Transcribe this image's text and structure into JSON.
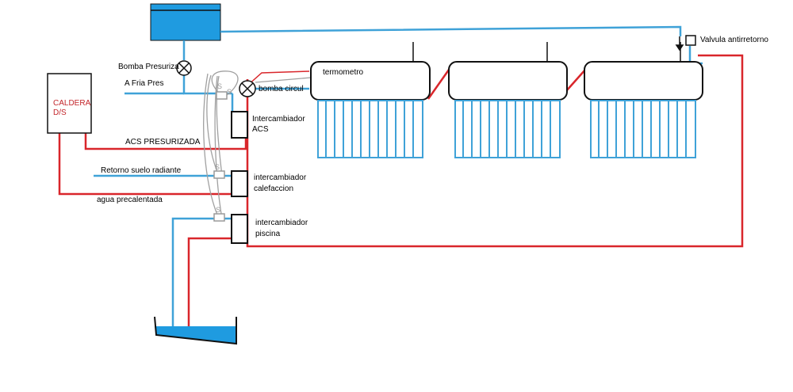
{
  "labels": {
    "bomba_presuriza": "Bomba Presuriza",
    "a_fria_pres": "A Fria Pres",
    "caldera_line1": "CALDERA",
    "caldera_line2": "D/S",
    "acs_presurizada": "ACS PRESURIZADA",
    "retorno_suelo": "Retorno suelo radiante",
    "agua_precalentada": "agua precalentada",
    "termometro": "termometro",
    "bomba_circul": "bomba circul",
    "intercambiador_acs_1": "Intercambiador",
    "intercambiador_acs_2": "ACS",
    "intercambiador_cal_1": "intercambiador",
    "intercambiador_cal_2": "calefaccion",
    "intercambiador_pis_1": "intercambiador",
    "intercambiador_pis_2": "piscina",
    "valvula": "Valvula antirretorno",
    "s_marks": [
      "S",
      "S",
      "S",
      "S"
    ]
  },
  "colors": {
    "cold_pipe": "#3fa2d8",
    "hot_pipe": "#d9262b",
    "water_fill": "#1f9be0",
    "outline": "#000000",
    "sensor": "#9a9a9a",
    "caldera_text": "#c3262b"
  }
}
